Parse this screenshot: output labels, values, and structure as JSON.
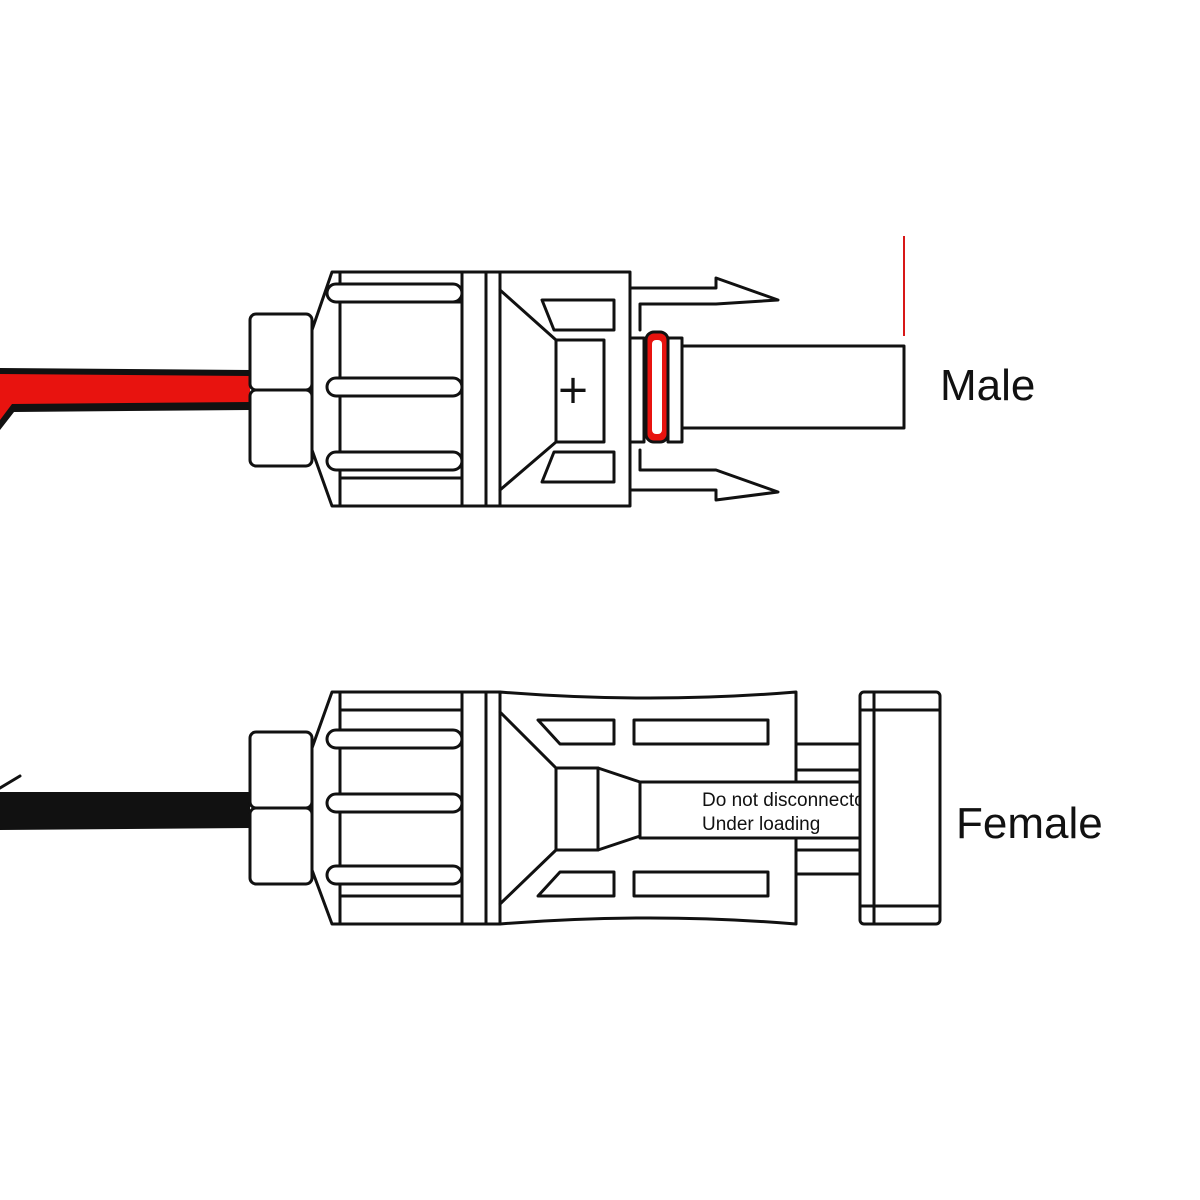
{
  "labels": {
    "male": "Male",
    "female": "Female",
    "polarity_symbol": "+",
    "warning_line1": "Do not disconnector",
    "warning_line2": "Under loading"
  },
  "colors": {
    "background": "#ffffff",
    "outline": "#111111",
    "positive_cable": "#e8130f",
    "negative_cable": "#111111",
    "seal_ring": "#e8130f",
    "red_marker": "#d81818"
  },
  "parts": {
    "male_connector": {
      "cable": "positive-cable",
      "seal": "seal-ring",
      "pin": "pin"
    },
    "female_connector": {
      "cable": "negative-cable",
      "socket": "socket"
    }
  }
}
